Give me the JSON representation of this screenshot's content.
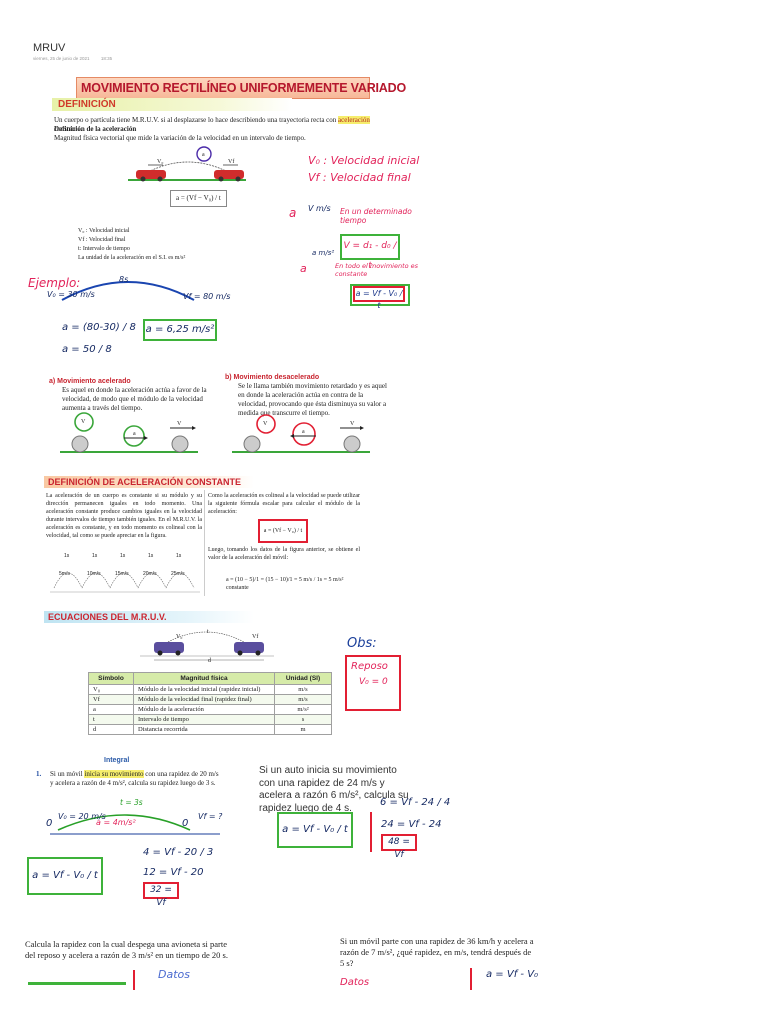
{
  "header": {
    "app_title": "MRUV",
    "date": "viernes, 25 de junio de 2021",
    "time": "18:35"
  },
  "banner": {
    "title": "MOVIMIENTO RECTILÍNEO UNIFORMEMENTE VARIADO"
  },
  "definicion": {
    "heading": "DEFINICIÓN",
    "intro_before": "Un cuerpo o partícula tiene M.R.U.V. si al desplazarse lo hace describiendo una trayectoria recta con",
    "intro_highlight": "aceleración",
    "intro_after": "constante.",
    "subheading": "Definición de la aceleración",
    "sub_text": "Magnitud física vectorial que mide la variación de la velocidad en un intervalo de tiempo.",
    "figure_v0": "V₀",
    "figure_vf": "Vf",
    "figure_a": "a",
    "formula": "a = (Vf − V₀) / t",
    "legend": [
      "V₀ : Velocidad inicial",
      "Vf : Velocidad final",
      "t: Intervalo de tiempo",
      "La unidad de la aceleración en el S.I. es m/s²"
    ]
  },
  "notes_right": {
    "v0": "V₀ : Velocidad inicial",
    "vf": "Vf : Velocidad final",
    "point_a_label": "a",
    "point_v": "V m/s",
    "instant": "En un determinado tiempo",
    "eq_v": "V = d₁ - d₀ / t",
    "a_ms2": "a m/s²",
    "point_b": "a",
    "whole_motion": "En todo el movimiento es constante",
    "eq_a": "a = Vf - V₀ / t"
  },
  "example": {
    "label": "Ejemplo:",
    "time": "8s",
    "v0": "V₀ = 30 m/s",
    "vf": "Vf = 80 m/s",
    "step1": "a = (80-30) / 8",
    "step2": "a = 50 / 8",
    "result": "a = 6,25 m/s²"
  },
  "motion_types": {
    "a_title": "a)  Movimiento acelerado",
    "a_text": "Es aquel en donde la aceleración actúa a favor de la velocidad, de modo que el módulo de la velocidad aumenta a través del tiempo.",
    "b_title": "b)  Movimiento desacelerado",
    "b_text": "Se le llama también movimiento retardado y es aquel en donde la aceleración actúa en contra de la velocidad, provocando que ésta disminuya su valor a medida que transcurre el tiempo.",
    "vec_v": "V",
    "vec_a": "a"
  },
  "constant_acc": {
    "heading": "DEFINICIÓN DE ACELERACIÓN CONSTANTE",
    "left_text": "La aceleración de un cuerpo es constante si su módulo y su dirección permanecen iguales en todo momento. Una aceleración constante produce cambios iguales en la velocidad durante intervalos de tiempo también iguales. En el M.R.U.V. la aceleración es constante, y en todo momento es colineal con la velocidad, tal como se puede apreciar en la figura.",
    "speeds": [
      "5m/s",
      "10m/s",
      "15m/s",
      "20m/s",
      "25m/s"
    ],
    "interval": "1s",
    "right_text": "Como la aceleración es colineal a la velocidad se puede utilizar la siguiente fórmula escalar para calcular el módulo de la aceleración:",
    "formula": "a = (Vf − V₀) / t",
    "luego_text": "Luego, tomando los datos de la figura anterior, se obtiene el valor de la aceleración del móvil:",
    "calc": "a = (10 − 5)/1 = (15 − 10)/1 = 5 m/s / 1s = 5 m/s²  constante"
  },
  "equations": {
    "heading": "ECUACIONES DEL M.R.U.V.",
    "fig_v0": "V₀",
    "fig_vf": "Vf",
    "fig_t": "t",
    "fig_d": "d",
    "table_headers": [
      "Símbolo",
      "Magnitud física",
      "Unidad (SI)"
    ],
    "table_rows": [
      [
        "V₀",
        "Módulo de la velocidad inicial (rapidez inicial)",
        "m/s"
      ],
      [
        "Vf",
        "Módulo de la velocidad final (rapidez final)",
        "m/s"
      ],
      [
        "a",
        "Módulo de la aceleración",
        "m/s²"
      ],
      [
        "t",
        "Intervalo de tiempo",
        "s"
      ],
      [
        "d",
        "Distancia recorrida",
        "m"
      ]
    ]
  },
  "obs": {
    "title": "Obs:",
    "line1": "Reposo",
    "line2": "V₀ = 0"
  },
  "integral": {
    "label": "Integral",
    "num": "1.",
    "text_before": "Si un móvil",
    "text_highlight": "inicia su movimiento",
    "text_after": "con una rapidez de 20 m/s y acelera a razón de 4 m/s², calcula su rapidez luego de 3 s.",
    "sketch_t": "t = 3s",
    "sketch_v0": "V₀ = 20 m/s",
    "sketch_a": "a = 4m/s²",
    "sketch_vf": "Vf = ?",
    "sketch_0a": "0",
    "sketch_0b": "0",
    "formula": "a = Vf - V₀ / t",
    "s1": "4 = Vf - 20 / 3",
    "s2": "12 = Vf - 20",
    "result": "32 = Vf"
  },
  "problem2": {
    "text": "Si un auto inicia su movimiento con una rapidez de 24 m/s y acelera a razón 6 m/s², calcula su rapidez luego de 4 s.",
    "formula": "a = Vf - V₀ / t",
    "s1": "6 = Vf - 24 / 4",
    "s2": "24 = Vf - 24",
    "result": "48 = Vf"
  },
  "problem3": {
    "text": "Calcula la rapidez con la cual despega una avioneta si parte del reposo y acelera a razón de 3 m/s² en un tiempo de 20 s.",
    "datos": "Datos"
  },
  "problem4": {
    "text": "Si un móvil parte con una rapidez de 36 km/h y acelera a razón de 7 m/s², ¿qué rapidez, en m/s, tendrá después de 5 s?",
    "datos": "Datos",
    "formula": "a = Vf - V₀"
  }
}
